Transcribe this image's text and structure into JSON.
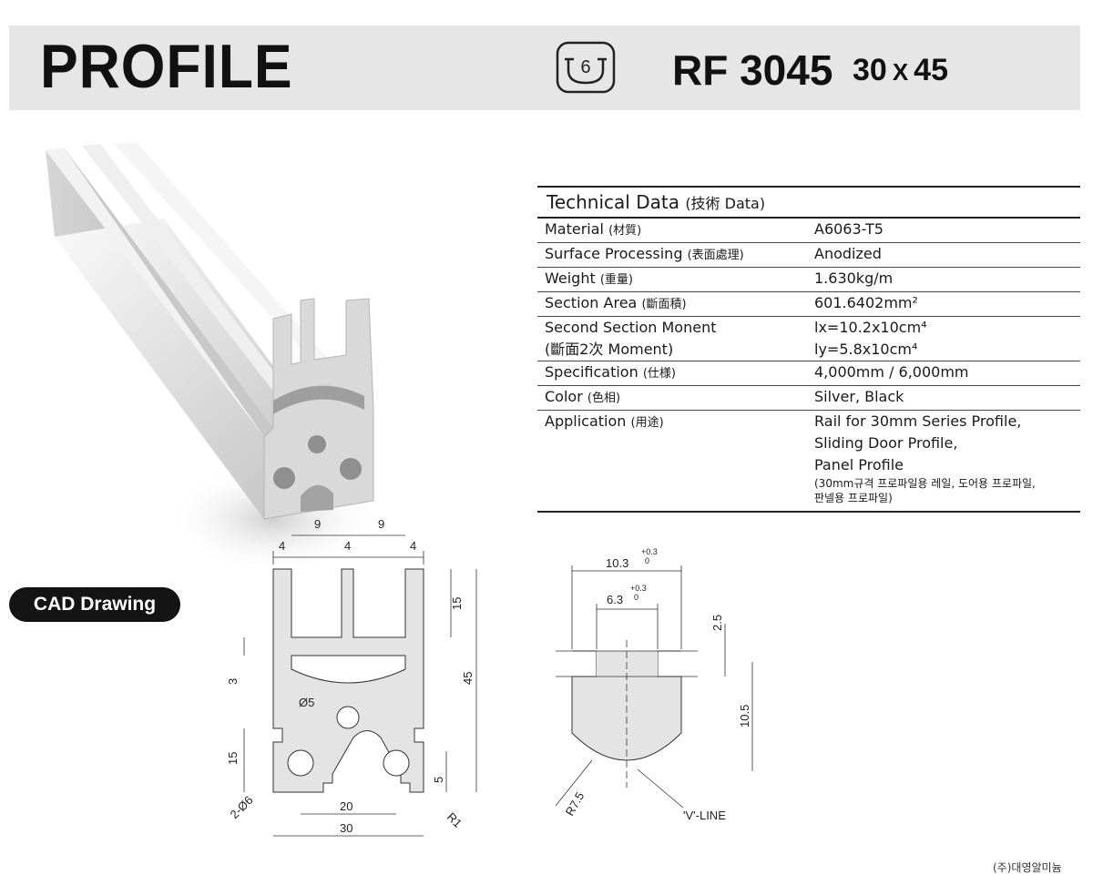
{
  "header": {
    "title": "PROFILE",
    "model": "RF 3045",
    "dims_w": "30",
    "dims_x": "X",
    "dims_h": "45",
    "series_icon_digit": "6"
  },
  "tech": {
    "title": "Technical Data",
    "title_sub": "(技術  Data)",
    "rows": [
      {
        "k": "Material",
        "ks": "(材質)",
        "v": "A6063-T5"
      },
      {
        "k": "Surface Processing",
        "ks": "(表面處理)",
        "v": "Anodized"
      },
      {
        "k": "Weight",
        "ks": "(重量)",
        "v": "1.630kg/m"
      },
      {
        "k": "Section Area",
        "ks": "(斷面積)",
        "v": "601.6402mm²"
      },
      {
        "k": "Second Section Monent",
        "k2": "(斷面2次 Moment)",
        "v": "lx=10.2x10cm⁴",
        "v2": "ly=5.8x10cm⁴"
      },
      {
        "k": "Specification",
        "ks": "(仕様)",
        "v": "4,000mm / 6,000mm"
      },
      {
        "k": "Color",
        "ks": "(色相)",
        "v": "Silver, Black"
      },
      {
        "k": "Application",
        "ks": "(用途)",
        "v": "Rail for 30mm Series  Profile,",
        "v2": "Sliding Door Profile,",
        "v3": "Panel Profile",
        "note": "(30mm규격 프로파일용 레일, 도어용  프로파일,",
        "note2": "판넬용 프로파일)"
      }
    ]
  },
  "cad_badge": "CAD Drawing",
  "cad1": {
    "d9a": "9",
    "d9b": "9",
    "d4a": "4",
    "d4b": "4",
    "d4c": "4",
    "d15a": "15",
    "d3": "3",
    "d45": "45",
    "d15b": "15",
    "d5": "5",
    "hole": "Ø5",
    "holes": "2-Ø6",
    "d20": "20",
    "d30": "30",
    "r1": "R1"
  },
  "cad2": {
    "w1": "10.3",
    "w1tol": "+0.3",
    "w1tol0": "0",
    "w2": "6.3",
    "w2tol": "+0.3",
    "w2tol0": "0",
    "h1": "2.5",
    "h2": "10.5",
    "r": "R7.5",
    "vline": "'V'-LINE"
  },
  "footer": "(주)대영알미늄",
  "colors": {
    "header_bg": "#e6e6e6",
    "badge_bg": "#141414",
    "profile_fill": "#e4e4e4"
  }
}
